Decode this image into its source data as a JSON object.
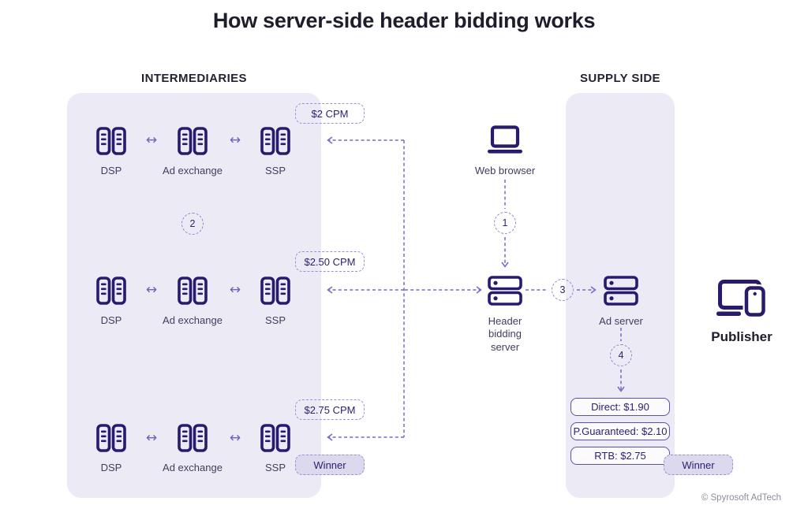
{
  "title": "How server-side header bidding works",
  "sections": {
    "intermediaries": "INTERMEDIARIES",
    "supply_side": "SUPPLY SIDE"
  },
  "nodes": {
    "dsp": "DSP",
    "ad_exchange": "Ad exchange",
    "ssp": "SSP",
    "web_browser": "Web browser",
    "header_bidding_server": "Header bidding server",
    "ad_server": "Ad server",
    "publisher": "Publisher"
  },
  "bids": {
    "row1": "$2 CPM",
    "row2": "$2.50 CPM",
    "row3": "$2.75 CPM"
  },
  "winner": "Winner",
  "steps": {
    "s1": "1",
    "s2": "2",
    "s3": "3",
    "s4": "4"
  },
  "prices": {
    "direct": "Direct: $1.90",
    "guaranteed": "P.Guaranteed: $2.10",
    "rtb": "RTB: $2.75"
  },
  "arrow_glyph": "↔",
  "footer": "© Spyrosoft AdTech",
  "colors": {
    "icon_indigo": "#2A1A6E",
    "connector_purple": "#7568C9",
    "panel_lavender": "#ECEBF5",
    "winner_fill": "#DCD8EE",
    "price_border": "#5C50AC",
    "badge_text": "#2E2170",
    "title_text": "#1E1D2C",
    "footer_gray": "#8E8C99"
  }
}
